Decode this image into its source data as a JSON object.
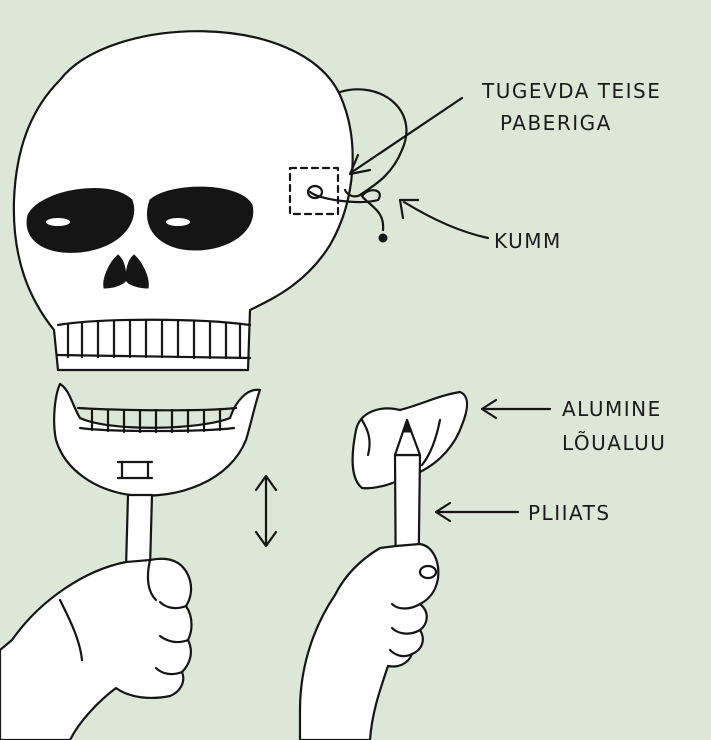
{
  "labels": {
    "reinforce_line1": "TUGEVDA TEISE",
    "reinforce_line2": "PABERIGA",
    "rubber_band": "KUMM",
    "jaw_line1": "ALUMINE",
    "jaw_line2": "LÕUALUU",
    "pencil": "PLIIATS"
  },
  "colors": {
    "paper": "#dde7d7",
    "ink": "#151515",
    "bone": "#ffffff"
  }
}
